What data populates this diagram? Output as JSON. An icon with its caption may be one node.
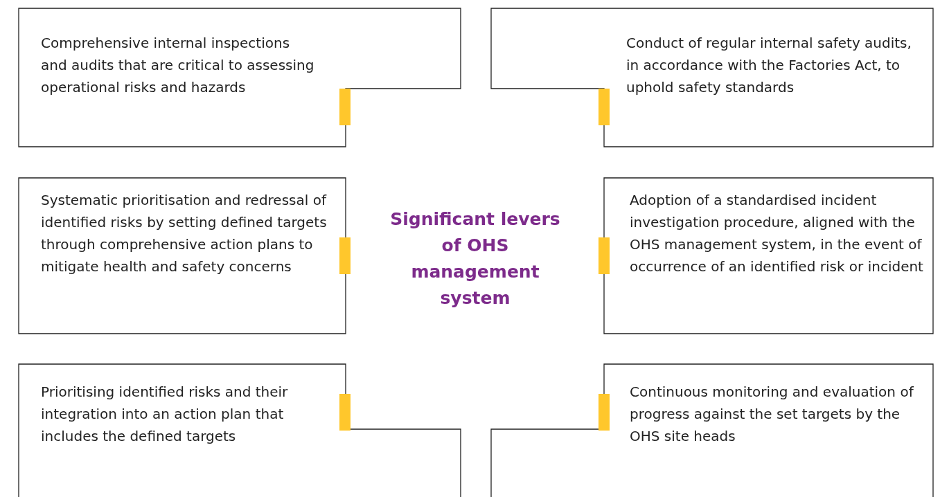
{
  "diagram": {
    "title": "Significant levers of OHS management system",
    "nodes": [
      {
        "text": [
          "Comprehensive internal inspections and audits that are critical to assessing operational risks and hazards"
        ]
      },
      {
        "text": [
          "Conduct of regular internal safety audits, in accordance with the Factories Act, to uphold safety standards"
        ]
      },
      {
        "text": [
          "Systematic prioritisation and redressal of identified risks by setting defined targets through comprehensive action plans to mitigate health and safety concerns"
        ]
      },
      {
        "text": [
          "Adoption of a standardised incident investigation procedure, aligned with the OHS management system, in the event of occurrence of an identified risk or incident"
        ]
      },
      {
        "text": [
          "Prioritising identified risks and their integration into an action plan that includes the defined targets"
        ]
      },
      {
        "text": [
          "Continuous monitoring and evaluation of progress against the set targets by the OHS site heads"
        ]
      }
    ],
    "edges": []
  }
}
